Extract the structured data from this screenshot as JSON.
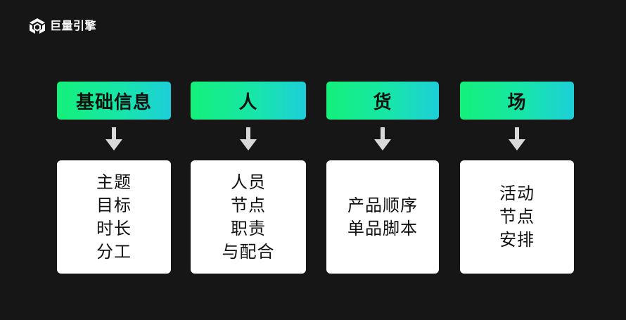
{
  "brand": {
    "name": "巨量引擎",
    "icon": "ocean-engine-logo-icon"
  },
  "colors": {
    "background": "#161616",
    "header_gradient_start": "#14f07a",
    "header_gradient_end": "#1dcfd9",
    "card": "#ffffff",
    "arrow": "#d9d9d9"
  },
  "columns": [
    {
      "title": "基础信息",
      "items": [
        "主题",
        "目标",
        "时长",
        "分工"
      ]
    },
    {
      "title": "人",
      "items": [
        "人员",
        "节点",
        "职责",
        "与配合"
      ]
    },
    {
      "title": "货",
      "items": [
        "产品顺序",
        "单品脚本"
      ]
    },
    {
      "title": "场",
      "items": [
        "活动",
        "节点",
        "安排"
      ]
    }
  ]
}
